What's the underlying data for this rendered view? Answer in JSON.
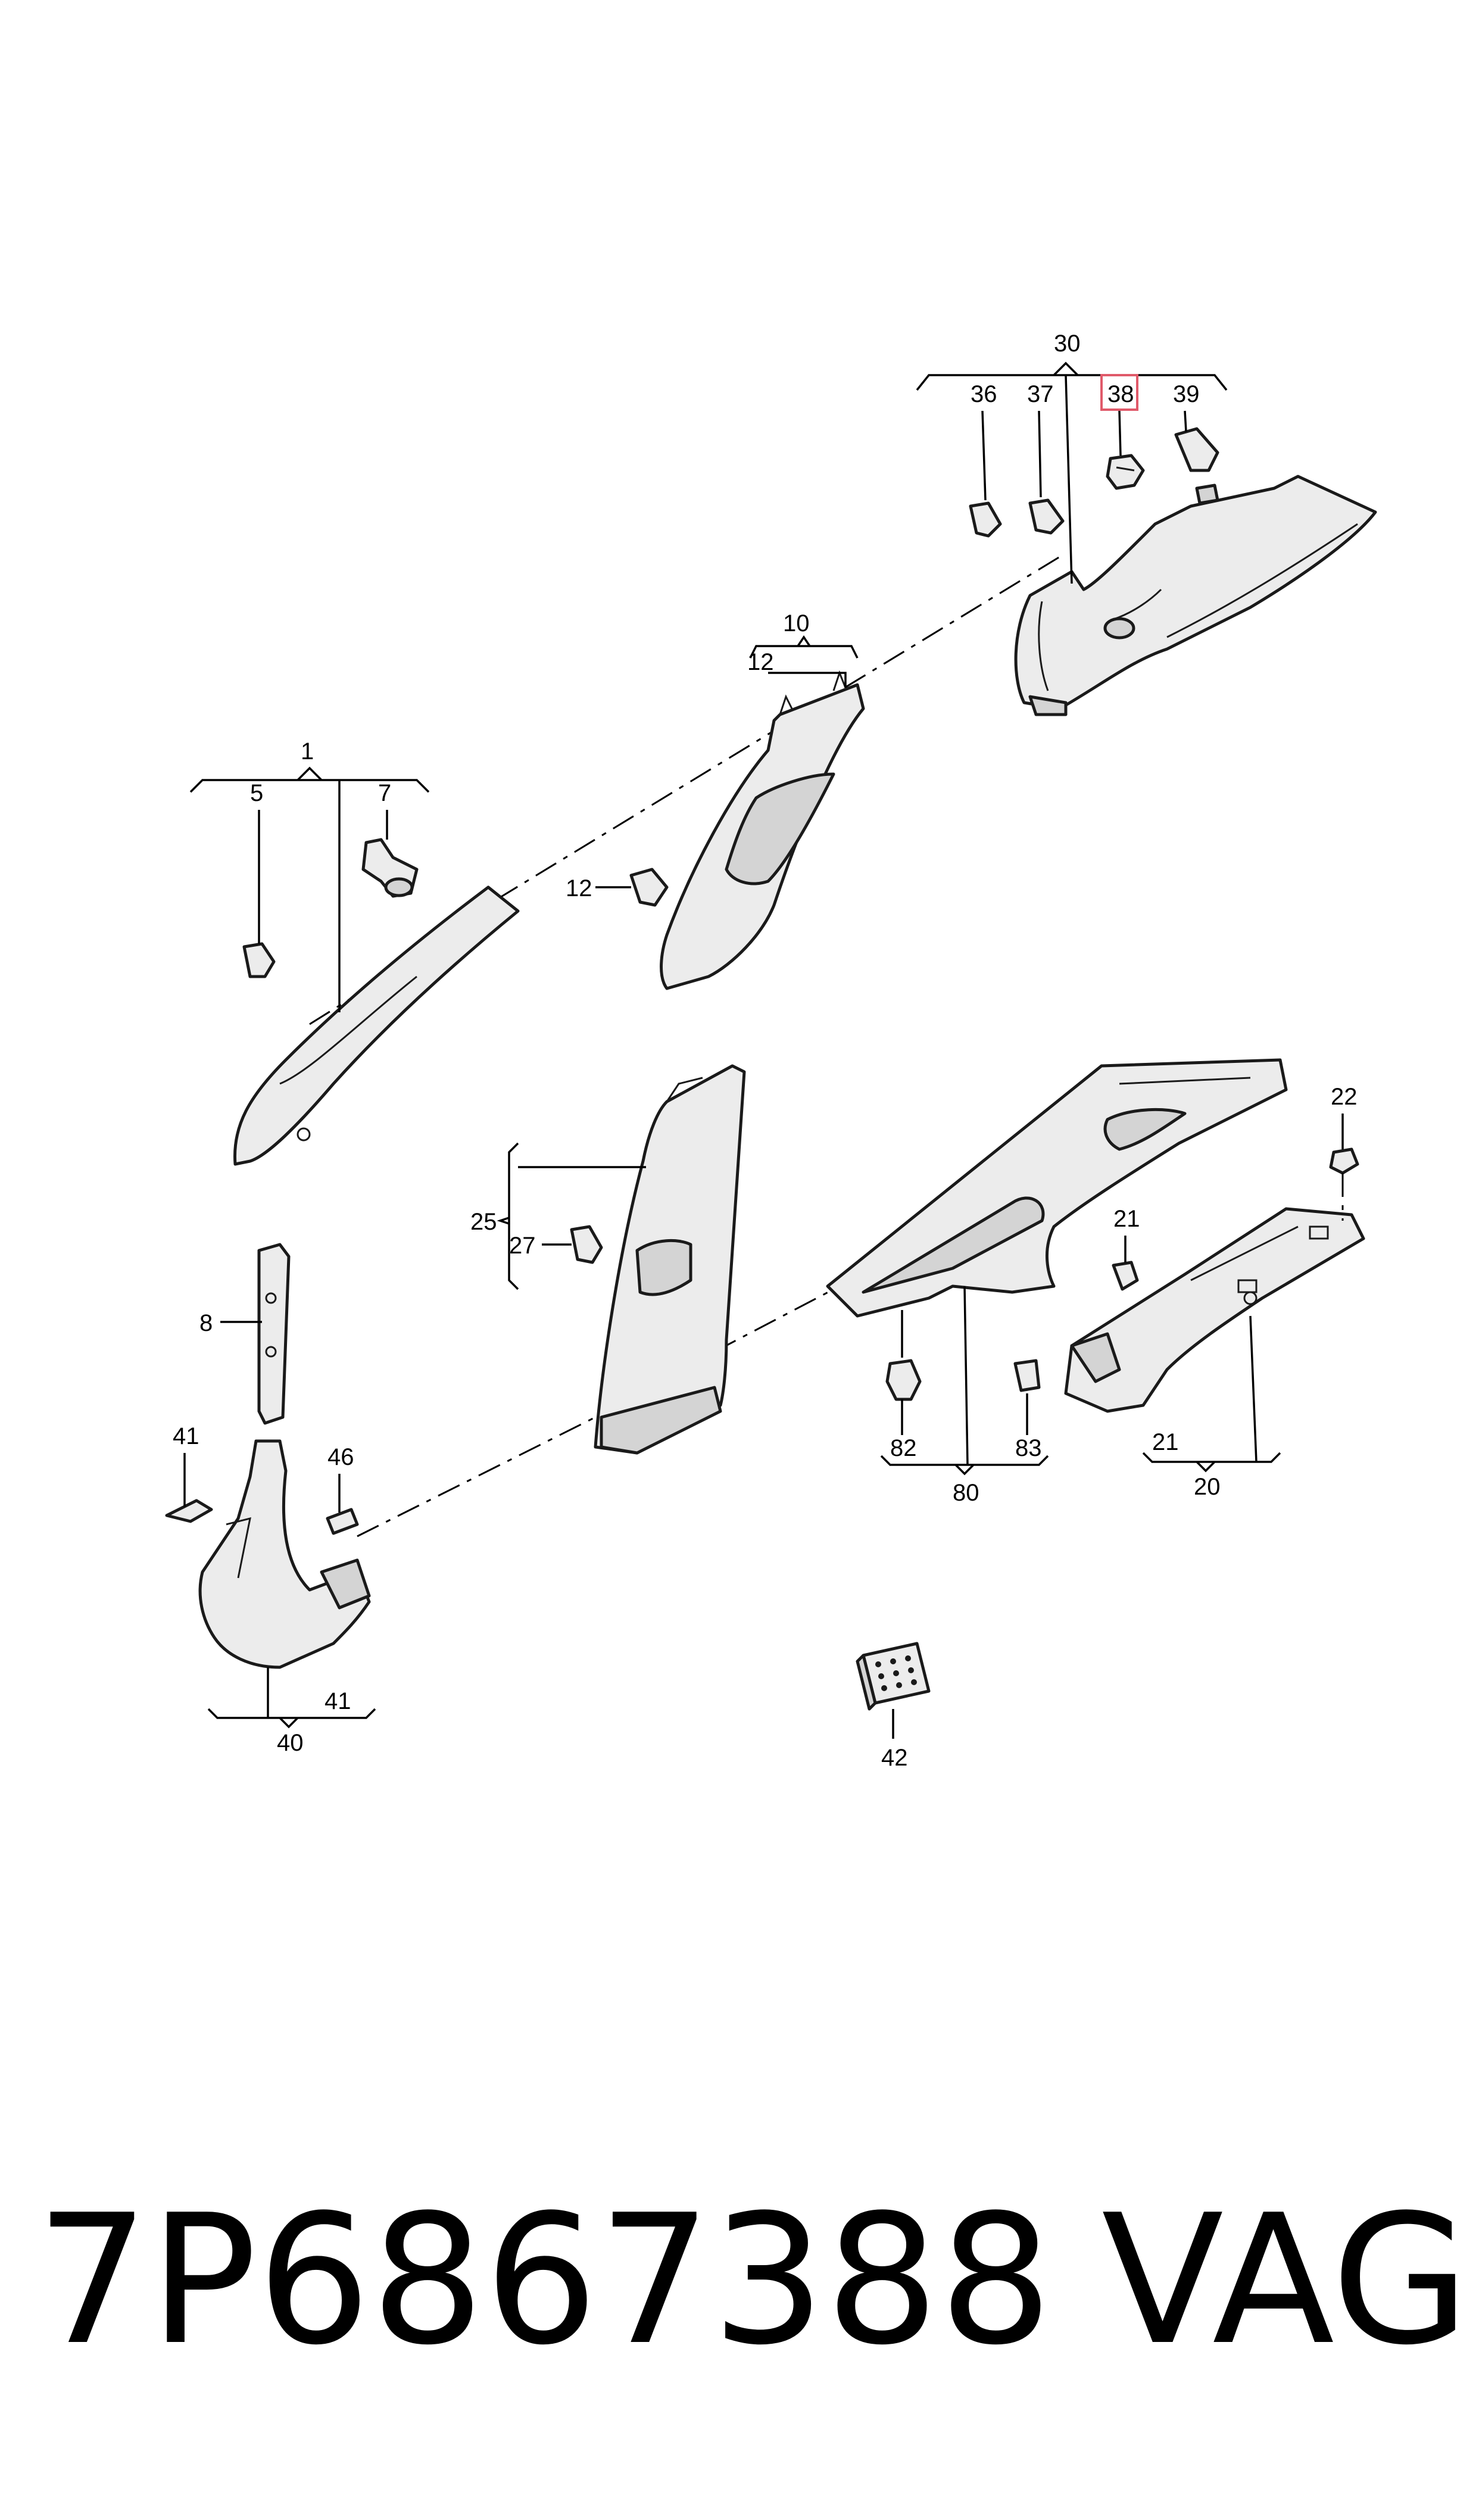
{
  "footer": {
    "part_number": "7P6867388",
    "brand": "VAG"
  },
  "highlight": {
    "label": "38",
    "color": "#e05a6a"
  },
  "callouts": {
    "c30": "30",
    "c36": "36",
    "c37": "37",
    "c38": "38",
    "c39": "39",
    "c10": "10",
    "c12a": "12",
    "c12b": "12",
    "c1": "1",
    "c5": "5",
    "c7": "7",
    "c25": "25",
    "c27": "27",
    "c8": "8",
    "c41a": "41",
    "c46": "46",
    "c40": "40",
    "c41b": "41",
    "c22": "22",
    "c21a": "21",
    "c82": "82",
    "c83": "83",
    "c80": "80",
    "c21b": "21",
    "c20": "20",
    "c42": "42"
  }
}
